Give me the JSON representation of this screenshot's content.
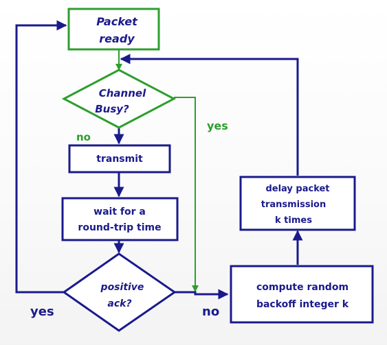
{
  "diagram": {
    "nodes": {
      "packet_ready": {
        "lines": [
          "Packet",
          "ready"
        ]
      },
      "channel_busy": {
        "lines": [
          "Channel",
          "Busy?"
        ]
      },
      "transmit": {
        "lines": [
          "transmit"
        ]
      },
      "wait_rtt": {
        "lines": [
          "wait for a",
          "round-trip time"
        ]
      },
      "positive_ack": {
        "lines": [
          "positive",
          "ack?"
        ]
      },
      "compute_backoff": {
        "lines": [
          "compute random",
          "backoff integer k"
        ]
      },
      "delay_packet": {
        "lines": [
          "delay packet",
          "transmission",
          "k times"
        ]
      }
    },
    "edges": {
      "busy_no": "no",
      "busy_yes": "yes",
      "ack_yes": "yes",
      "ack_no": "no"
    },
    "colors": {
      "primary": "#1a1a8c",
      "accent": "#2e9e2e"
    }
  }
}
